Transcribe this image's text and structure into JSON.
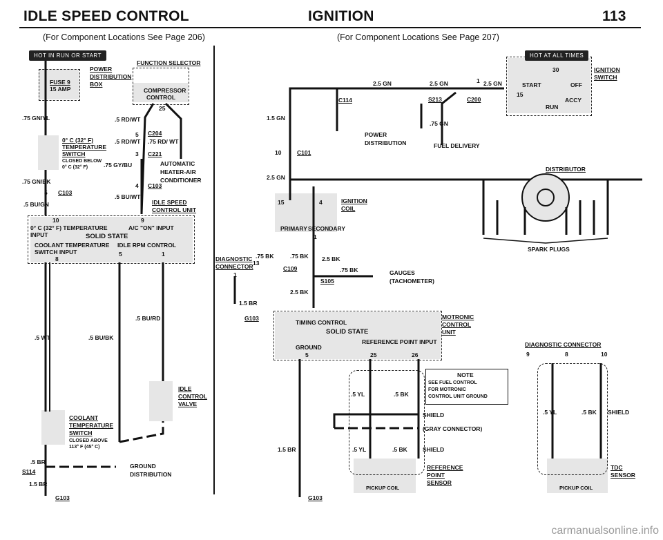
{
  "header": {
    "left_title": "IDLE SPEED CONTROL",
    "center_title": "IGNITION",
    "page_number": "113"
  },
  "left": {
    "subtitle": "(For Component Locations See Page 206)",
    "hot_badge": "HOT IN RUN OR START",
    "function_selector": "FUNCTION SELECTOR",
    "power_dist_box": [
      "POWER",
      "DISTRIBUTION",
      "BOX"
    ],
    "fuse": [
      "FUSE 9",
      "15 AMP"
    ],
    "compressor_control": [
      "COMPRESSOR",
      "CONTROL"
    ],
    "wires": {
      "w1": ".75 GN/YL",
      "w2": ".5 RD/WT",
      "w3": ".5 RD/WT",
      "w4": ".75 RD/ WT",
      "w5": ".75 GY/BU",
      "w6": ".75 GN/BK",
      "w7": ".5 BU/GN",
      "w8": ".5 BU/WT",
      "w9": ".5 BU/RD",
      "w10": ".5 WT",
      "w11": ".5 BU/BK",
      "w12": ".5 BR",
      "w13": "1.5 BR"
    },
    "temp_switch": [
      "0° C (32° F)",
      "TEMPERATURE",
      "SWITCH",
      "CLOSED BELOW",
      "0° C (32° F)"
    ],
    "connectors": {
      "c204": "C204",
      "c221": "C221",
      "c103": "C103",
      "c103b": "C103"
    },
    "pins": {
      "p25": "25",
      "p5": "5",
      "p3": "3",
      "p4": "4",
      "p5b": "5"
    },
    "auto_heater": [
      "AUTOMATIC",
      "HEATER-AIR",
      "CONDITIONER"
    ],
    "idle_speed_unit": [
      "IDLE SPEED",
      "CONTROL UNIT"
    ],
    "solid_state": {
      "p10": "10",
      "p9": "9",
      "line1": "0° C (32° F)  TEMPERATURE",
      "line2": "INPUT",
      "ac_on": "A/C \"ON\" INPUT",
      "title": "SOLID  STATE",
      "coolant_input": "COOLANT TEMPERATURE",
      "switch_input": "SWITCH INPUT",
      "p8": "8",
      "idle_rpm": "IDLE RPM CONTROL",
      "p5": "5",
      "p1": "1"
    },
    "idle_valve": [
      "IDLE",
      "CONTROL",
      "VALVE"
    ],
    "coolant_switch": [
      "COOLANT",
      "TEMPERATURE",
      "SWITCH",
      "CLOSED ABOVE",
      "113° F (45° C)"
    ],
    "s114": "S114",
    "ground_dist": [
      "GROUND",
      "DISTRIBUTION"
    ],
    "g103": "G103"
  },
  "right": {
    "subtitle": "(For Component Locations See Page 207)",
    "hot_badge": "HOT AT ALL TIMES",
    "ignition_switch": [
      "IGNITION",
      "SWITCH"
    ],
    "switch_positions": [
      "START",
      "OFF",
      "ACCY",
      "RUN"
    ],
    "switch_pins": [
      "30",
      "15"
    ],
    "wires": {
      "g1": "2.5 GN",
      "g2": "2.5 GN",
      "g3": "2.5 GN",
      "g4": "1.5 GN",
      "g5": ".75 GN",
      "g6": "2.5 GN",
      "b1": ".75 BK",
      "b2": ".75 BK",
      "b3": "2.5 BK",
      "b4": ".75 BK",
      "b5": "2.5 BK",
      "br1": "1.5 BR",
      "br2": "1.5 BR",
      "yl1": ".5 YL",
      "bk1": ".5 BK",
      "yl2": ".5 YL",
      "bk2": ".5 BK",
      "yl3": ".5 YL",
      "bk3": ".5 BK"
    },
    "connectors": {
      "c114": "C114",
      "s213": "S213",
      "c200": "C200",
      "c101": "C101",
      "c109": "C109",
      "s105": "S105",
      "g103": "G103"
    },
    "pins": {
      "p1": "1",
      "p10": "10",
      "p15": "15",
      "p4": "4",
      "p1b": "1",
      "p13": "13",
      "p1c": "1"
    },
    "power_dist": [
      "POWER",
      "DISTRIBUTION"
    ],
    "fuel_delivery": "FUEL DELIVERY",
    "distributor": "DISTRIBUTOR",
    "spark_plugs": "SPARK PLUGS",
    "ignition_coil": [
      "IGNITION",
      "COIL"
    ],
    "primary": "PRIMARY",
    "secondary": "SECONDARY",
    "diagnostic_connector": [
      "DIAGNOSTIC",
      "CONNECTOR"
    ],
    "gauges": [
      "GAUGES",
      "(TACHOMETER)"
    ],
    "motronic": [
      "MOTRONIC",
      "CONTROL",
      "UNIT"
    ],
    "timing": "TIMING CONTROL",
    "solid_state": "SOLID  STATE",
    "ref_input": "REFERENCE POINT INPUT",
    "ground": "GROUND",
    "mot_pins": [
      "5",
      "25",
      "26"
    ],
    "note": [
      "NOTE",
      "SEE FUEL CONTROL",
      "FOR MOTRONIC",
      "CONTROL UNIT GROUND"
    ],
    "shield": "SHIELD",
    "gray_connector": "(GRAY CONNECTOR)",
    "shield2": "SHIELD",
    "ref_sensor": [
      "REFERENCE",
      "POINT",
      "SENSOR"
    ],
    "pickup": "PICKUP COIL",
    "diag_conn2": "DIAGNOSTIC CONNECTOR",
    "diag_pins": [
      "9",
      "8",
      "10"
    ],
    "shield3": "SHIELD",
    "tdc_sensor": [
      "TDC",
      "SENSOR"
    ],
    "pickup2": "PICKUP COIL"
  },
  "watermark": "carmanualsonline.info"
}
